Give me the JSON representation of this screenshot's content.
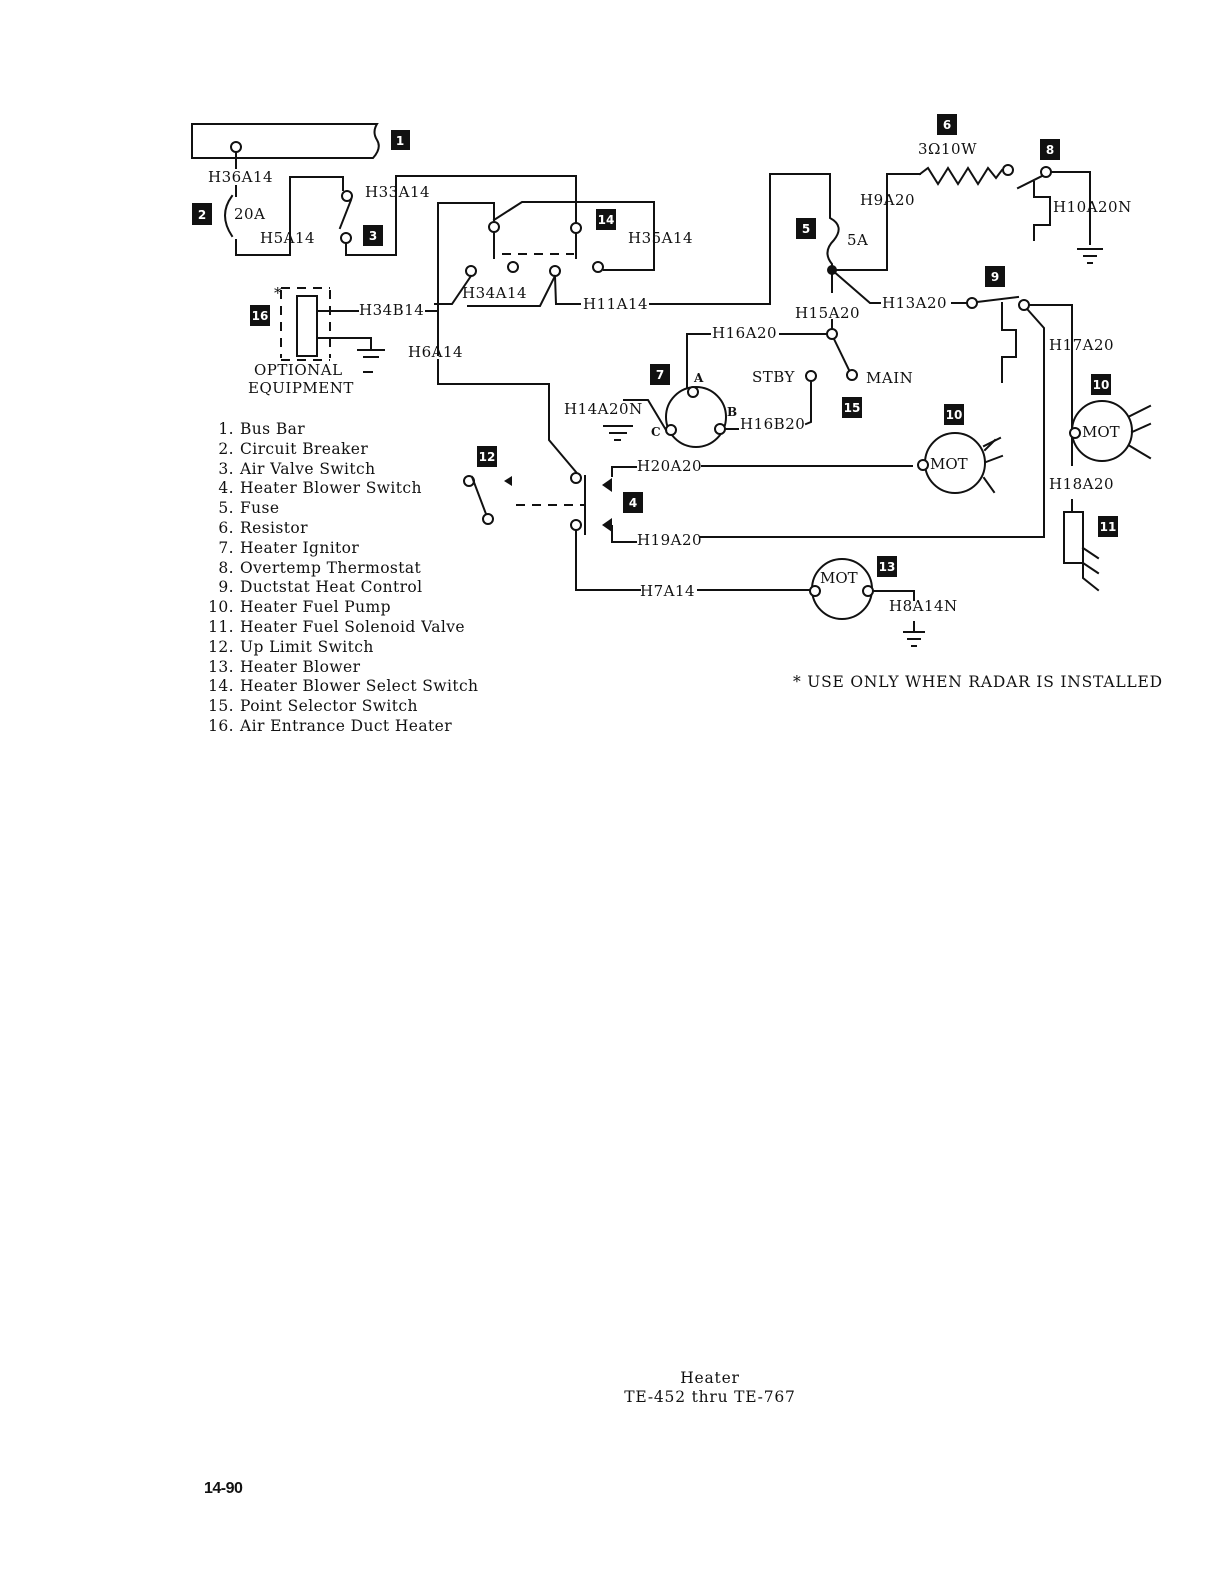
{
  "diagram": {
    "title": "Heater",
    "subtitle": "TE-452 thru TE-767",
    "page_number": "14-90",
    "footnote": "* USE ONLY WHEN RADAR IS INSTALLED",
    "optional_label_line1": "OPTIONAL",
    "optional_label_line2": "EQUIPMENT",
    "asterisk": "*",
    "component_badges": [
      "1",
      "2",
      "3",
      "4",
      "5",
      "6",
      "7",
      "8",
      "9",
      "10",
      "10",
      "11",
      "12",
      "13",
      "14",
      "15",
      "16"
    ],
    "wire_labels": {
      "H36A14": "H36A14",
      "H33A14": "H33A14",
      "H5A14": "H5A14",
      "H35A14": "H35A14",
      "H34B14": "H34B14",
      "H34A14": "H34A14",
      "H11A14": "H11A14",
      "H6A14": "H6A14",
      "H9A20": "H9A20",
      "H10A20N": "H10A20N",
      "H15A20": "H15A20",
      "H13A20": "H13A20",
      "H16A20": "H16A20",
      "H17A20": "H17A20",
      "H14A20N": "H14A20N",
      "H16B20": "H16B20",
      "H20A20": "H20A20",
      "H19A20": "H19A20",
      "H18A20": "H18A20",
      "H7A14": "H7A14",
      "H8A14N": "H8A14N"
    },
    "ratings": {
      "breaker": "20A",
      "fuse": "5A",
      "resistor": "3Ω10W"
    },
    "switch_positions": {
      "stby": "STBY",
      "main": "MAIN"
    },
    "ignitor_terminals": [
      "A",
      "B",
      "C"
    ],
    "motor_label": "MOT"
  },
  "legend": [
    {
      "num": "1.",
      "label": "Bus Bar"
    },
    {
      "num": "2.",
      "label": "Circuit Breaker"
    },
    {
      "num": "3.",
      "label": "Air Valve Switch"
    },
    {
      "num": "4.",
      "label": "Heater Blower Switch"
    },
    {
      "num": "5.",
      "label": "Fuse"
    },
    {
      "num": "6.",
      "label": "Resistor"
    },
    {
      "num": "7.",
      "label": "Heater Ignitor"
    },
    {
      "num": "8.",
      "label": "Overtemp Thermostat"
    },
    {
      "num": "9.",
      "label": "Ductstat Heat Control"
    },
    {
      "num": "10.",
      "label": "Heater Fuel Pump"
    },
    {
      "num": "11.",
      "label": "Heater Fuel Solenoid Valve"
    },
    {
      "num": "12.",
      "label": "Up Limit Switch"
    },
    {
      "num": "13.",
      "label": "Heater Blower"
    },
    {
      "num": "14.",
      "label": "Heater Blower Select Switch"
    },
    {
      "num": "15.",
      "label": "Point Selector Switch"
    },
    {
      "num": "16.",
      "label": "Air Entrance Duct Heater"
    }
  ]
}
